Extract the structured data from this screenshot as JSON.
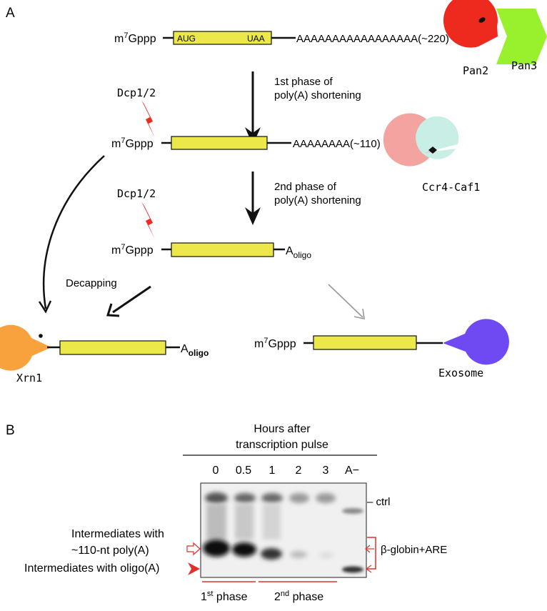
{
  "panel_a": {
    "label": "A",
    "cap": "m7Gppp",
    "cap_base": "m",
    "cap_sup": "7",
    "cap_rest": "Gppp",
    "start_codon": "AUG",
    "stop_codon": "UAA",
    "polyA_full": "AAAAAAAAAAAAAAAAA(~220)",
    "polyA_mid": "AAAAAAAA(~110)",
    "oligo_A": "A",
    "oligo_sub": "oligo",
    "phase1_line1": "1st phase of",
    "phase1_line2": "poly(A) shortening",
    "phase2_line1": "2nd phase of",
    "phase2_line2": "poly(A) shortening",
    "decapping": "Decapping",
    "dcp_label_1": "Dcp1/2",
    "dcp_label_2": "Dcp1/2",
    "pan2": "Pan2",
    "pan3": "Pan3",
    "ccr4": "Ccr4-Caf1",
    "xrn1": "Xrn1",
    "exosome": "Exosome"
  },
  "panel_b": {
    "label": "B",
    "title_line1": "Hours after",
    "title_line2": "transcription pulse",
    "lanes": [
      "0",
      "0.5",
      "1",
      "2",
      "3",
      "A−"
    ],
    "ctrl": "– ctrl",
    "reporter": "β-globin+ARE",
    "intermediate_110_line1": "Intermediates with",
    "intermediate_110_line2": "~110-nt poly(A)",
    "intermediate_oligo": "Intermediates with oligo(A)",
    "phase1_base": "1",
    "phase1_sup": "st",
    "phase1_rest": " phase",
    "phase2_base": "2",
    "phase2_sup": "nd",
    "phase2_rest": " phase"
  },
  "colors": {
    "orf": "#ece84a",
    "pan2": "#ee2a1f",
    "pan3": "#99f02c",
    "ccr4": "#f3a3a0",
    "caf1": "#c9eee6",
    "xrn1": "#f7a23c",
    "exosome": "#6f49f2",
    "bolt": "#ef2a22",
    "red_mark": "#e0312a"
  }
}
